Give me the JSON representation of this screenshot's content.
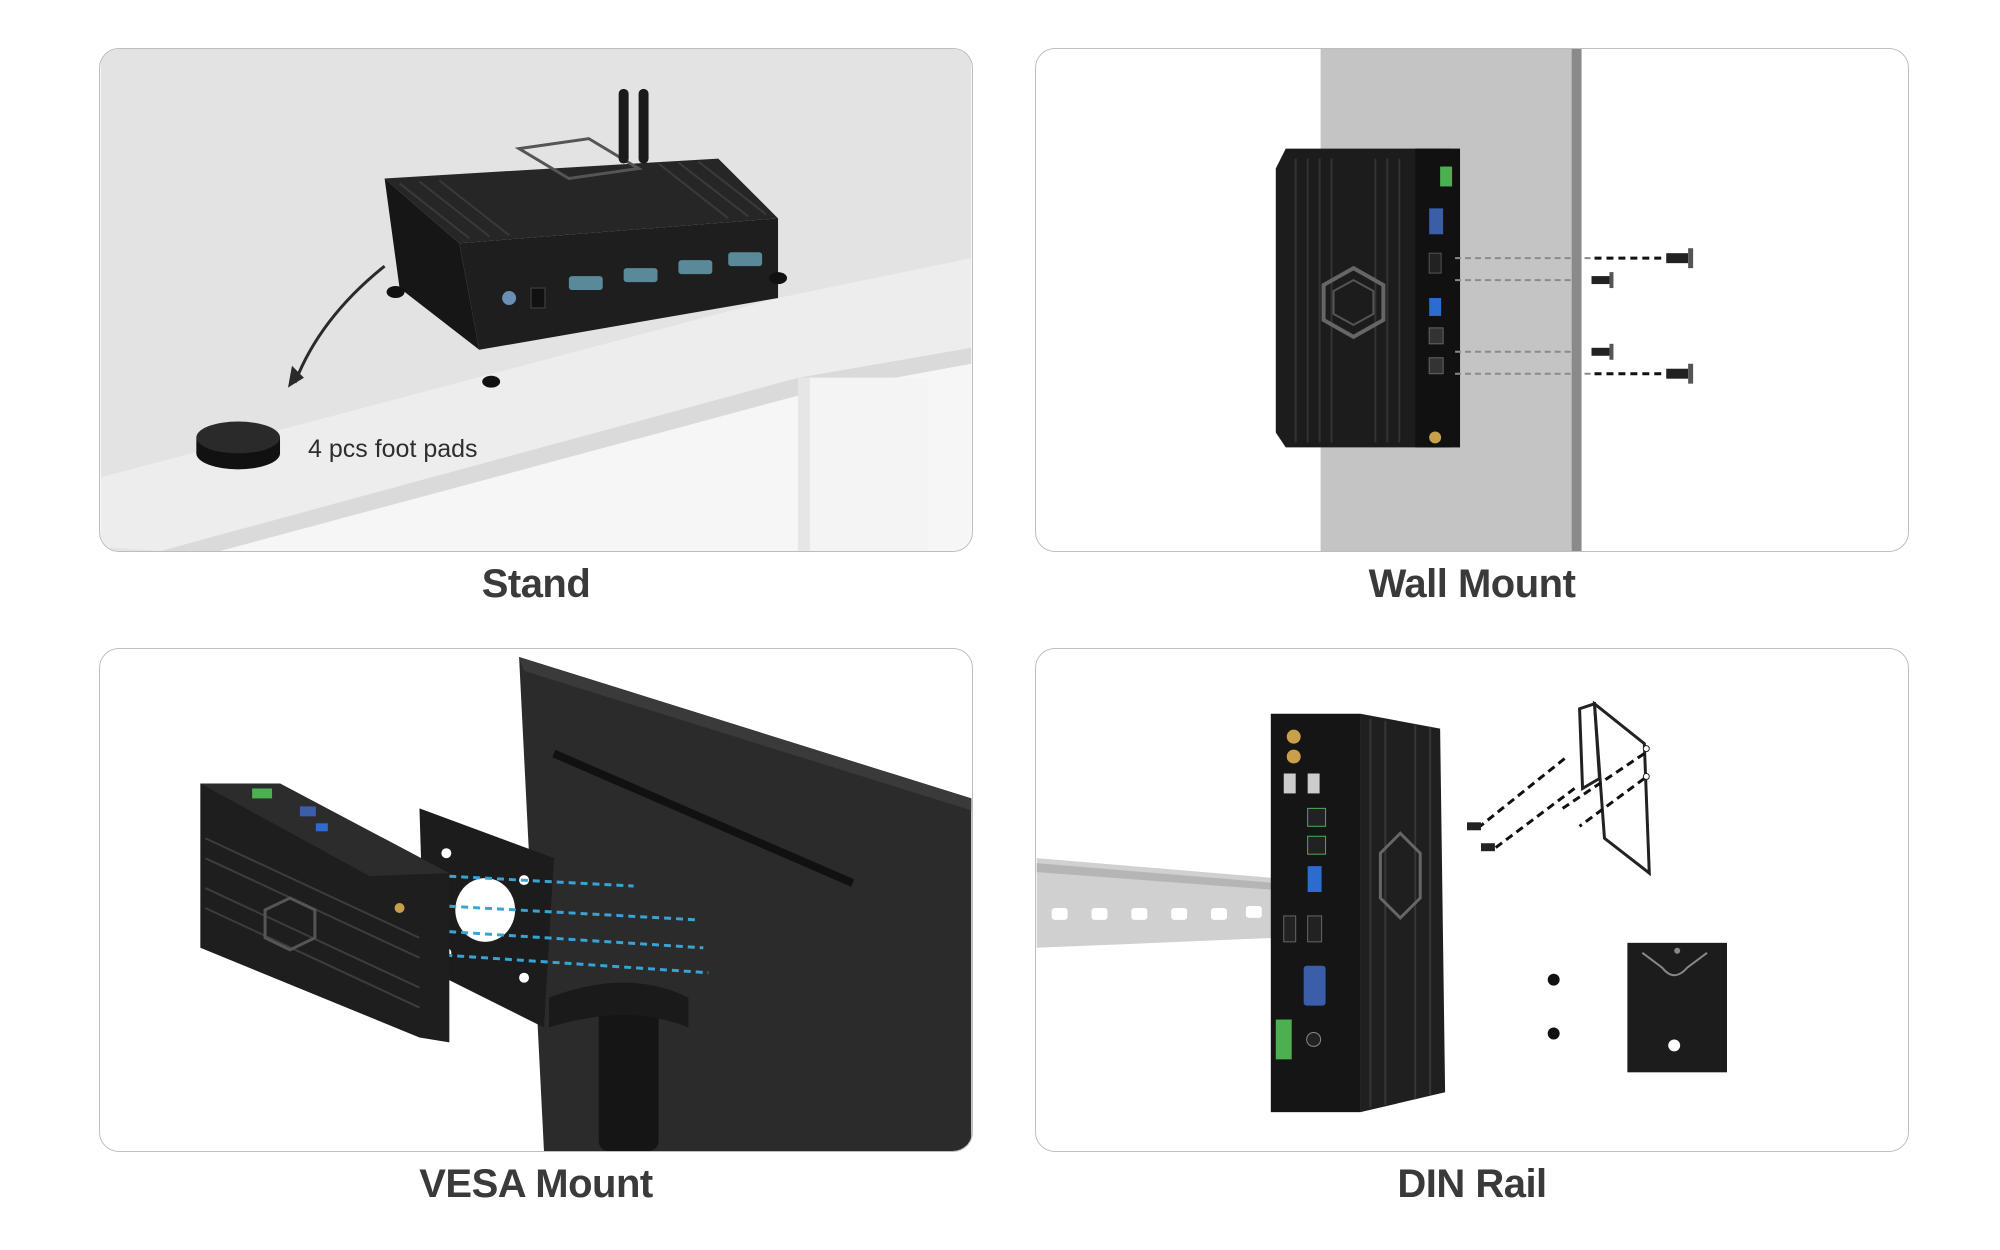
{
  "panels": {
    "stand": {
      "caption": "Stand",
      "annotation": "4 pcs foot pads"
    },
    "wall": {
      "caption": "Wall Mount"
    },
    "vesa": {
      "caption": "VESA Mount"
    },
    "din": {
      "caption": "DIN Rail"
    }
  },
  "colors": {
    "device": "#1e1e1e",
    "panel_border": "#bdbdbd",
    "caption_text": "#3a3a3a",
    "wall_gray": "#c4c4c4",
    "vesa_dashes": "#3aa3d6",
    "terminal_green": "#4caf50"
  }
}
